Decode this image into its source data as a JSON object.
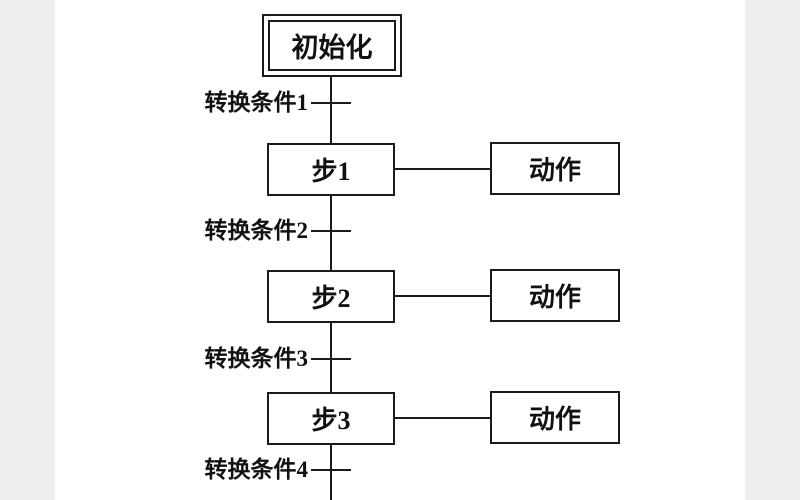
{
  "init": {
    "label": "初始化"
  },
  "steps": [
    {
      "label": "步1"
    },
    {
      "label": "步2"
    },
    {
      "label": "步3"
    }
  ],
  "actions": [
    {
      "label": "动作"
    },
    {
      "label": "动作"
    },
    {
      "label": "动作"
    }
  ],
  "transitions": [
    {
      "label": "转换条件1"
    },
    {
      "label": "转换条件2"
    },
    {
      "label": "转换条件3"
    },
    {
      "label": "转换条件4"
    }
  ],
  "colors": {
    "line": "#1a1a1a",
    "background": "#ffffff",
    "side_margin": "#efefef"
  }
}
